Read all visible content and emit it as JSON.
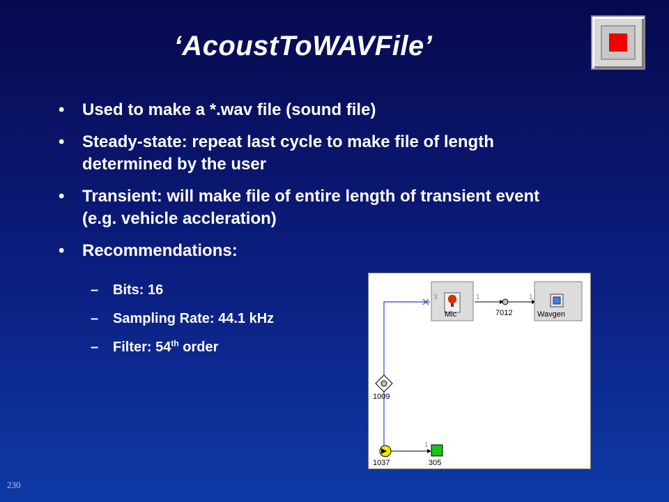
{
  "slide": {
    "title": "‘AcoustToWAVFile’",
    "page_number": "230"
  },
  "bullets": [
    {
      "marker": "•",
      "text": "Used to make a *.wav file (sound file)"
    },
    {
      "marker": "•",
      "text": "Steady-state: repeat last cycle to make file of length determined by the user"
    },
    {
      "marker": "•",
      "text": "Transient: will make file of entire length of transient event (e.g. vehicle accleration)"
    },
    {
      "marker": "•",
      "text": "Recommendations:"
    }
  ],
  "sub_bullets": [
    {
      "marker": "–",
      "text": "Bits: 16"
    },
    {
      "marker": "–",
      "text": "Sampling Rate: 44.1 kHz"
    },
    {
      "marker": "–",
      "text": "Filter: 54",
      "sup": "th",
      "suffix": " order"
    }
  ],
  "diagram": {
    "mic_label": "Mic",
    "wavgen_label": "Wavgen",
    "junction_label": "7012",
    "diamond_label": "1009",
    "source_label": "1037",
    "sink_label": "305",
    "port_3": "3",
    "port_1a": "1",
    "port_1b": "1",
    "port_1c": "1"
  },
  "colors": {
    "link_blue": "#2a3fd8",
    "link_black": "#000000",
    "stop_red": "#f00000",
    "sink_green": "#14c814",
    "source_yellow": "#f2e600"
  }
}
